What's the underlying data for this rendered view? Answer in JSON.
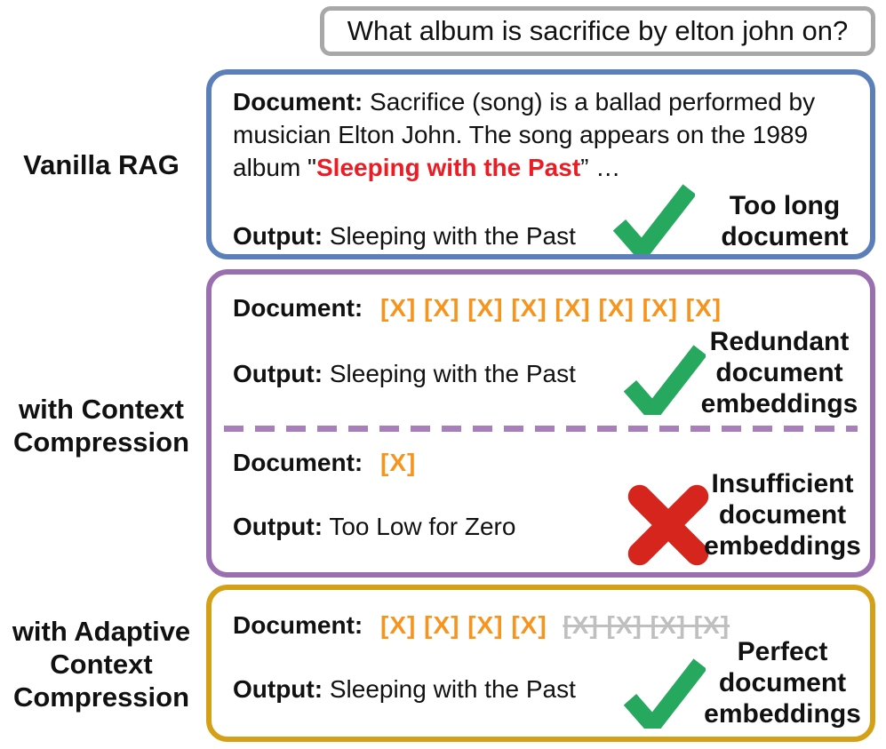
{
  "question": {
    "text": "What album is sacrifice by elton john on?"
  },
  "colors": {
    "question_border": "#A8A8A8",
    "vanilla_border": "#5B7FB8",
    "compression_border": "#9A6FB0",
    "adaptive_border": "#D4A017",
    "highlight_red": "#ED1C24",
    "embedding_orange": "#F7941E",
    "embedding_pruned_gray": "#BFBFBF",
    "check_green": "#27A85F",
    "cross_red": "#D6251C",
    "divider_purple": "#A87FBB"
  },
  "vanilla": {
    "label": "Vanilla RAG",
    "document_label": "Document:",
    "document_text_1": "Sacrifice (song) is a ballad performed by musician Elton John. The song appears on the 1989 album \"",
    "document_highlight": "Sleeping with the Past",
    "document_text_2": "” …",
    "output_label": "Output:",
    "output_value": "Sleeping with the Past",
    "verdict": "correct",
    "note_lines": [
      "Too long",
      "document"
    ]
  },
  "compression": {
    "label_lines": [
      "with Context",
      "Compression"
    ],
    "top": {
      "document_label": "Document:",
      "embeddings": "[X] [X] [X] [X] [X] [X] [X] [X]",
      "output_label": "Output:",
      "output_value": "Sleeping with the Past",
      "verdict": "correct",
      "note_lines": [
        "Redundant",
        "document",
        "embeddings"
      ]
    },
    "bottom": {
      "document_label": "Document:",
      "embeddings": "[X]",
      "output_label": "Output:",
      "output_value": "Too Low for Zero",
      "verdict": "incorrect",
      "note_lines": [
        "Insufficient",
        "document",
        "embeddings"
      ]
    }
  },
  "adaptive": {
    "label_lines": [
      "with Adaptive",
      "Context",
      "Compression"
    ],
    "document_label": "Document:",
    "embeddings_kept": "[X] [X] [X] [X]",
    "embeddings_pruned": "[X] [X] [X] [X]",
    "output_label": "Output:",
    "output_value": "Sleeping with the Past",
    "verdict": "correct",
    "note_lines": [
      "Perfect",
      "document",
      "embeddings"
    ]
  }
}
